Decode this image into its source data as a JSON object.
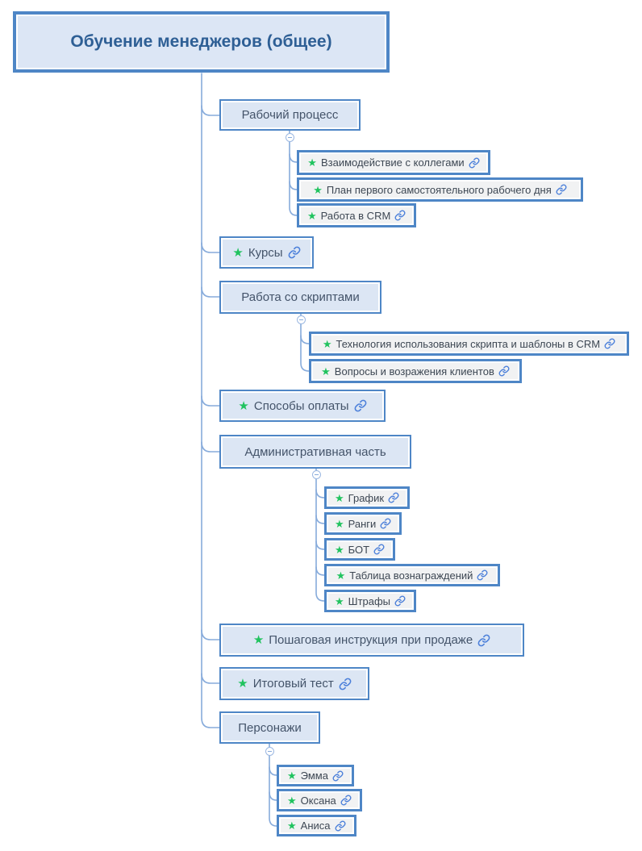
{
  "map": {
    "root": {
      "label": "Обучение менеджеров (общее)"
    },
    "topics": [
      {
        "label": "Рабочий процесс",
        "starred": false,
        "has_link": false,
        "collapsed": false,
        "children": [
          {
            "label": "Взаимодействие с коллегами",
            "starred": true,
            "has_link": true
          },
          {
            "label": "План первого самостоятельного рабочего дня",
            "starred": true,
            "has_link": true
          },
          {
            "label": "Работа в CRM",
            "starred": true,
            "has_link": true
          }
        ]
      },
      {
        "label": "Курсы",
        "starred": true,
        "has_link": true,
        "children": []
      },
      {
        "label": "Работа со скриптами",
        "starred": false,
        "has_link": false,
        "collapsed": false,
        "children": [
          {
            "label": "Технология использования скрипта и шаблоны в CRM",
            "starred": true,
            "has_link": true
          },
          {
            "label": "Вопросы и возражения клиентов",
            "starred": true,
            "has_link": true
          }
        ]
      },
      {
        "label": "Способы оплаты",
        "starred": true,
        "has_link": true,
        "children": []
      },
      {
        "label": "Административная часть",
        "starred": false,
        "has_link": false,
        "collapsed": false,
        "children": [
          {
            "label": "График",
            "starred": true,
            "has_link": true
          },
          {
            "label": "Ранги",
            "starred": true,
            "has_link": true
          },
          {
            "label": "БОТ",
            "starred": true,
            "has_link": true
          },
          {
            "label": "Таблица вознаграждений",
            "starred": true,
            "has_link": true
          },
          {
            "label": "Штрафы",
            "starred": true,
            "has_link": true
          }
        ]
      },
      {
        "label": "Пошаговая инструкция при продаже",
        "starred": true,
        "has_link": true,
        "children": []
      },
      {
        "label": "Итоговый тест",
        "starred": true,
        "has_link": true,
        "children": []
      },
      {
        "label": "Персонажи",
        "starred": false,
        "has_link": false,
        "collapsed": false,
        "children": [
          {
            "label": "Эмма",
            "starred": true,
            "has_link": true
          },
          {
            "label": "Оксана",
            "starred": true,
            "has_link": true
          },
          {
            "label": "Аниса",
            "starred": true,
            "has_link": true
          }
        ]
      }
    ]
  },
  "icons": {
    "star": "★",
    "link": "chain-link-icon",
    "collapse": "minus-circle-icon"
  },
  "colors": {
    "node_border": "#4e86c6",
    "root_fill": "#dce6f5",
    "section_fill": "#dce6f4",
    "leaf_fill": "#f1f2f3",
    "root_text": "#2e5f95",
    "section_text": "#44546a",
    "leaf_text": "#3d4753",
    "star_green": "#21c35f",
    "link_blue": "#4c80da",
    "wire_blue": "#87abdb"
  }
}
